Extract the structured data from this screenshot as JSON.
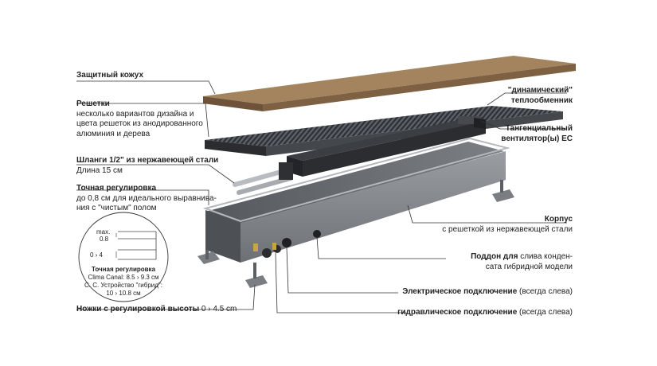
{
  "labels": {
    "cover": "Защитный кожух",
    "grilles": {
      "title": "Решетки",
      "line1": "несколько вариантов дизайна и",
      "line2": "цвета решеток из анодированного",
      "line3": "алюминия и дерева"
    },
    "hoses": {
      "title": "Шланги 1/2\" из нержавеющей стали",
      "line1": "Длина 15 см"
    },
    "adjust": {
      "title": "Точная регулировка",
      "line1": "до 0,8 см для идеального выравнива-",
      "line2": "ния с \"чистым\" полом"
    },
    "exchanger": {
      "line1": "\"динамический\"",
      "line2": "теплообменник"
    },
    "fan": {
      "line1": "Тангенциальный",
      "line2": "вентилятор(ы) EC"
    },
    "body": {
      "title": "Корпус",
      "line1": "с решеткой из нержавеющей стали"
    },
    "tray": {
      "title": "Поддон для",
      "title_rest": " слива конден-",
      "line2": "сата гибридной модели"
    },
    "electric": {
      "title": "Электрическое подключение",
      "note": " (всегда слева)"
    },
    "hydraulic": {
      "title": "гидравлическое подключение",
      "note": " (всегда слева)"
    },
    "feet": {
      "title": "Ножки с регулировкой высоты",
      "value": " 0 › 4.5 cm"
    }
  },
  "inset": {
    "max_label": "max.",
    "max_value": "0.8",
    "range_label": "0 › 4",
    "title": "Точная регулировка",
    "line1": "Clima Canal: 8.5 › 9.3 см",
    "line2": "С. С. Устройство \"гибрид\":",
    "line3": "10 › 10.8 см"
  },
  "colors": {
    "cover_top": "#9a7a5a",
    "cover_side": "#7a5d40",
    "grille": "#3a3d42",
    "body_dark": "#5a5e63",
    "body_light": "#8a8e93",
    "leader": "#333333"
  }
}
